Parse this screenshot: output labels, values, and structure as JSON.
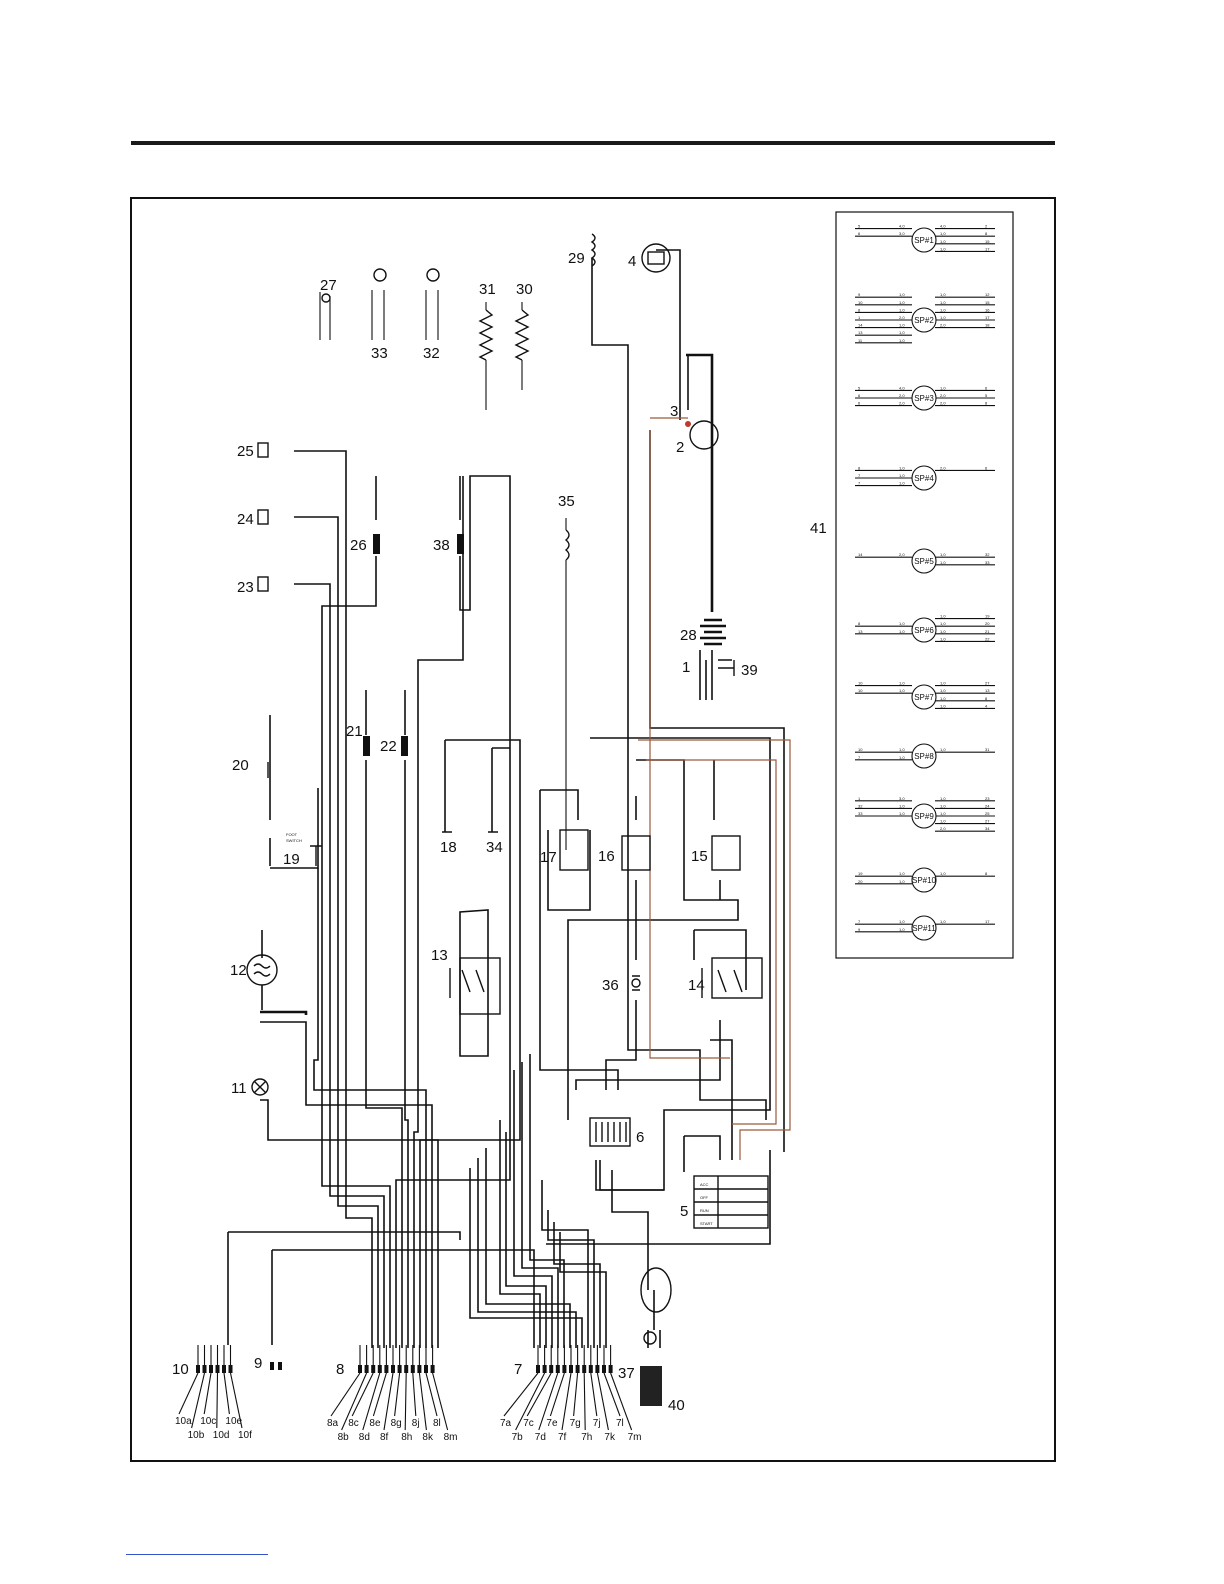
{
  "diagram": {
    "components": [
      {
        "id": "1",
        "label": "1"
      },
      {
        "id": "2",
        "label": "2"
      },
      {
        "id": "3",
        "label": "3"
      },
      {
        "id": "4",
        "label": "4"
      },
      {
        "id": "5",
        "label": "5"
      },
      {
        "id": "6",
        "label": "6"
      },
      {
        "id": "7",
        "label": "7"
      },
      {
        "id": "8",
        "label": "8"
      },
      {
        "id": "9",
        "label": "9"
      },
      {
        "id": "10",
        "label": "10"
      },
      {
        "id": "11",
        "label": "11"
      },
      {
        "id": "12",
        "label": "12"
      },
      {
        "id": "13",
        "label": "13"
      },
      {
        "id": "14",
        "label": "14"
      },
      {
        "id": "15",
        "label": "15"
      },
      {
        "id": "16",
        "label": "16"
      },
      {
        "id": "17",
        "label": "17"
      },
      {
        "id": "18",
        "label": "18"
      },
      {
        "id": "19",
        "label": "19"
      },
      {
        "id": "20",
        "label": "20"
      },
      {
        "id": "21",
        "label": "21"
      },
      {
        "id": "22",
        "label": "22"
      },
      {
        "id": "23",
        "label": "23"
      },
      {
        "id": "24",
        "label": "24"
      },
      {
        "id": "25",
        "label": "25"
      },
      {
        "id": "26",
        "label": "26"
      },
      {
        "id": "27",
        "label": "27"
      },
      {
        "id": "28",
        "label": "28"
      },
      {
        "id": "29",
        "label": "29"
      },
      {
        "id": "30",
        "label": "30"
      },
      {
        "id": "31",
        "label": "31"
      },
      {
        "id": "32",
        "label": "32"
      },
      {
        "id": "33",
        "label": "33"
      },
      {
        "id": "34",
        "label": "34"
      },
      {
        "id": "35",
        "label": "35"
      },
      {
        "id": "36",
        "label": "36"
      },
      {
        "id": "37",
        "label": "37"
      },
      {
        "id": "38",
        "label": "38"
      },
      {
        "id": "39",
        "label": "39"
      },
      {
        "id": "40",
        "label": "40"
      },
      {
        "id": "41",
        "label": "41"
      }
    ],
    "sub_labels_7": [
      "7a",
      "7b",
      "7c",
      "7d",
      "7e",
      "7f",
      "7g",
      "7h",
      "7j",
      "7k",
      "7l",
      "7m"
    ],
    "sub_labels_8": [
      "8a",
      "8b",
      "8c",
      "8d",
      "8e",
      "8f",
      "8g",
      "8h",
      "8j",
      "8k",
      "8l",
      "8m"
    ],
    "sub_labels_10": [
      "10a",
      "10b",
      "10c",
      "10d",
      "10e",
      "10f"
    ],
    "foot_switch_text": [
      "FOOT",
      "SWITCH"
    ],
    "ignition_positions": [
      "ACC",
      "OFF",
      "RUN",
      "START"
    ],
    "splices": [
      {
        "name": "SP#1",
        "rows": [
          [
            "5",
            "4,0",
            "4,0",
            "2"
          ],
          [
            "6",
            "3,0",
            "1,0",
            "8"
          ],
          [
            "",
            "",
            "1,0",
            "15"
          ],
          [
            "",
            "",
            "1,0",
            "17"
          ]
        ]
      },
      {
        "name": "SP#2",
        "rows": [
          [
            "9",
            "1,0",
            "1,0",
            "12"
          ],
          [
            "10",
            "1,0",
            "1,0",
            "15"
          ],
          [
            "8",
            "1,0",
            "1,0",
            "16"
          ],
          [
            "1",
            "2,0",
            "1,0",
            "17"
          ],
          [
            "14",
            "1,0",
            "2,0",
            "18"
          ],
          [
            "13",
            "1,0",
            "",
            ""
          ],
          [
            "11",
            "1,0",
            "",
            ""
          ]
        ]
      },
      {
        "name": "SP#3",
        "rows": [
          [
            "5",
            "4,0",
            "1,0",
            "6"
          ],
          [
            "6",
            "2,0",
            "2,0",
            "5"
          ],
          [
            "6",
            "2,0",
            "2,0",
            "8"
          ]
        ]
      },
      {
        "name": "SP#4",
        "rows": [
          [
            "8",
            "1,0",
            "2,0",
            "6"
          ],
          [
            "7",
            "1,0",
            "",
            ""
          ],
          [
            "7",
            "1,0",
            "",
            ""
          ]
        ]
      },
      {
        "name": "SP#5",
        "rows": [
          [
            "14",
            "2,0",
            "1,0",
            "32"
          ],
          [
            "",
            "",
            "1,0",
            "33"
          ]
        ]
      },
      {
        "name": "SP#6",
        "rows": [
          [
            "",
            "",
            "1,0",
            "19"
          ],
          [
            "8",
            "1,0",
            "1,0",
            "20"
          ],
          [
            "13",
            "1,0",
            "1,0",
            "21"
          ],
          [
            "",
            "",
            "1,0",
            "22"
          ]
        ]
      },
      {
        "name": "SP#7",
        "rows": [
          [
            "10",
            "1,0",
            "1,0",
            "27"
          ],
          [
            "10",
            "1,0",
            "1,0",
            "13"
          ],
          [
            "",
            "",
            "1,0",
            "8"
          ],
          [
            "",
            "",
            "1,0",
            "4"
          ]
        ]
      },
      {
        "name": "SP#8",
        "rows": [
          [
            "10",
            "1,0",
            "1,0",
            "31"
          ],
          [
            "7",
            "1,0",
            "",
            ""
          ]
        ]
      },
      {
        "name": "SP#9",
        "rows": [
          [
            "1",
            "3,0",
            "1,0",
            "23"
          ],
          [
            "32",
            "1,0",
            "1,0",
            "24"
          ],
          [
            "33",
            "1,0",
            "1,0",
            "25"
          ],
          [
            "",
            "",
            "1,0",
            "27"
          ],
          [
            "",
            "",
            "2,0",
            "34"
          ]
        ]
      },
      {
        "name": "SP#10",
        "rows": [
          [
            "19",
            "1,0",
            "1,0",
            "8"
          ],
          [
            "20",
            "1,0",
            "",
            ""
          ]
        ]
      },
      {
        "name": "SP#11",
        "rows": [
          [
            "7",
            "1,0",
            "1,0",
            "17"
          ],
          [
            "9",
            "1,0",
            "",
            ""
          ]
        ]
      }
    ]
  }
}
